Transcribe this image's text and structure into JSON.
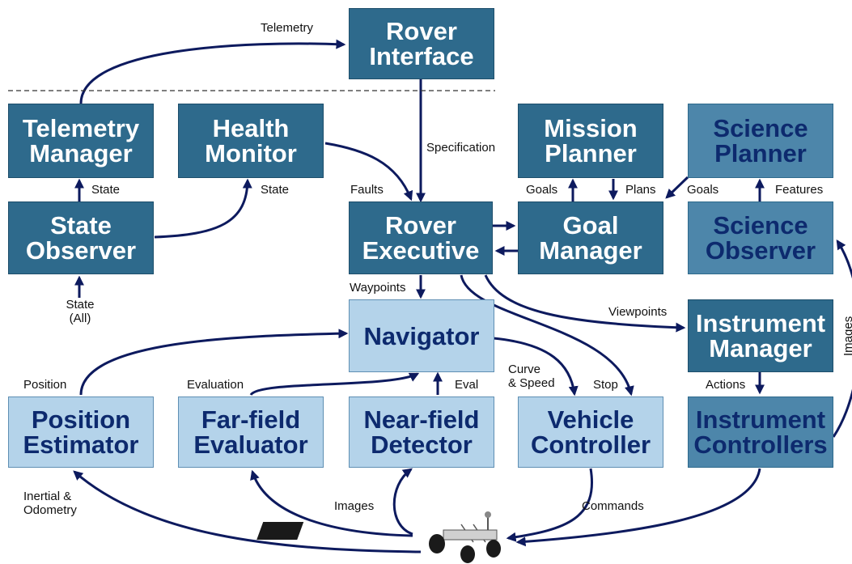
{
  "boxes": {
    "rover_interface": [
      "Rover",
      "Interface"
    ],
    "telemetry_manager": [
      "Telemetry",
      "Manager"
    ],
    "health_monitor": [
      "Health",
      "Monitor"
    ],
    "mission_planner": [
      "Mission",
      "Planner"
    ],
    "science_planner": [
      "Science",
      "Planner"
    ],
    "state_observer": [
      "State",
      "Observer"
    ],
    "rover_executive": [
      "Rover",
      "Executive"
    ],
    "goal_manager": [
      "Goal",
      "Manager"
    ],
    "science_observer": [
      "Science",
      "Observer"
    ],
    "navigator": "Navigator",
    "instrument_manager": [
      "Instrument",
      "Manager"
    ],
    "position_estimator": [
      "Position",
      "Estimator"
    ],
    "far_field_evaluator": [
      "Far-field",
      "Evaluator"
    ],
    "near_field_detector": [
      "Near-field",
      "Detector"
    ],
    "vehicle_controller": [
      "Vehicle",
      "Controller"
    ],
    "instrument_controllers": [
      "Instrument",
      "Controllers"
    ]
  },
  "labels": {
    "telemetry": "Telemetry",
    "specification": "Specification",
    "state_tm": "State",
    "state_hm": "State",
    "faults": "Faults",
    "goals_mp": "Goals",
    "plans": "Plans",
    "goals_sp": "Goals",
    "features": "Features",
    "state_all_1": "State",
    "state_all_2": "(All)",
    "waypoints": "Waypoints",
    "viewpoints": "Viewpoints",
    "images_right": "Images",
    "position": "Position",
    "evaluation": "Evaluation",
    "curve_1": "Curve",
    "curve_2": "& Speed",
    "eval": "Eval",
    "stop": "Stop",
    "actions": "Actions",
    "inertial_1": "Inertial &",
    "inertial_2": "Odometry",
    "images_bottom": "Images",
    "commands": "Commands"
  },
  "colors": {
    "dark_box": "#2e6a8c",
    "light_box": "#b4d3ea",
    "arrow": "#0d1a5e"
  }
}
